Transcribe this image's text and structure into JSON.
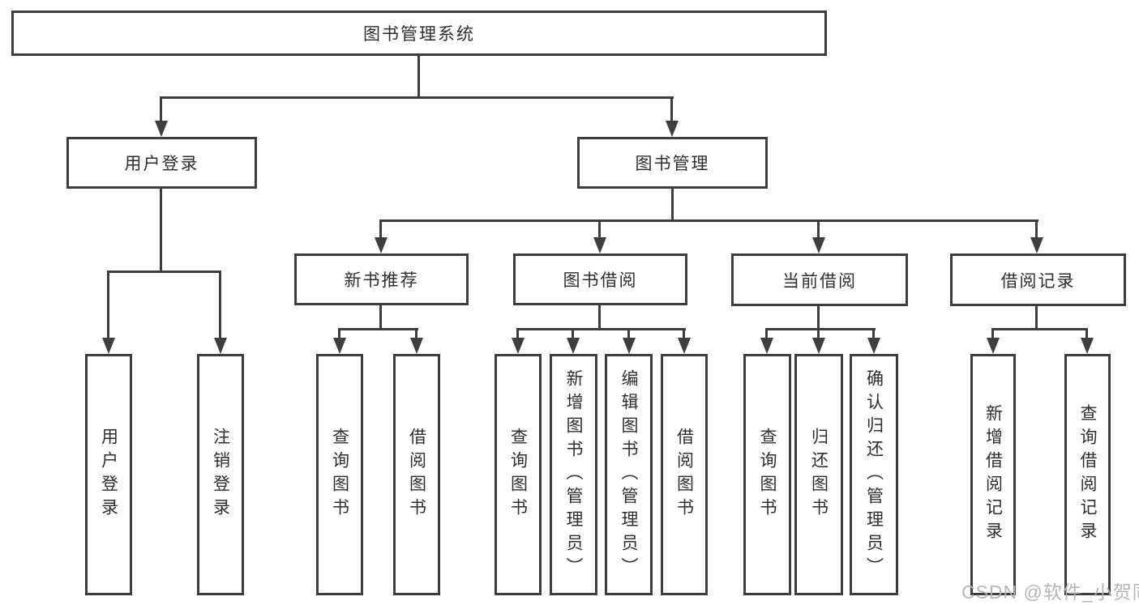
{
  "diagram": {
    "root_label": "图书管理系统",
    "user_login": {
      "label": "用户登录",
      "children": [
        "用户登录",
        "注销登录"
      ]
    },
    "book_mgmt": {
      "label": "图书管理"
    },
    "groups": [
      {
        "label": "新书推荐",
        "children": [
          "查询图书",
          "借阅图书"
        ]
      },
      {
        "label": "图书借阅",
        "children": [
          "查询图书",
          "新增图书（管理员）",
          "编辑图书（管理员）",
          "借阅图书"
        ]
      },
      {
        "label": "当前借阅",
        "children": [
          "查询图书",
          "归还图书",
          "确认归还（管理员）"
        ]
      },
      {
        "label": "借阅记录",
        "children": [
          "新增借阅记录",
          "查询借阅记录"
        ]
      }
    ]
  },
  "watermark": {
    "text": "CSDN @软件_小贺同学"
  },
  "colors": {
    "line": "#3e3e3e",
    "text": "#2e2e2e",
    "background": "#ffffff",
    "watermark": "#b2b2b2"
  }
}
